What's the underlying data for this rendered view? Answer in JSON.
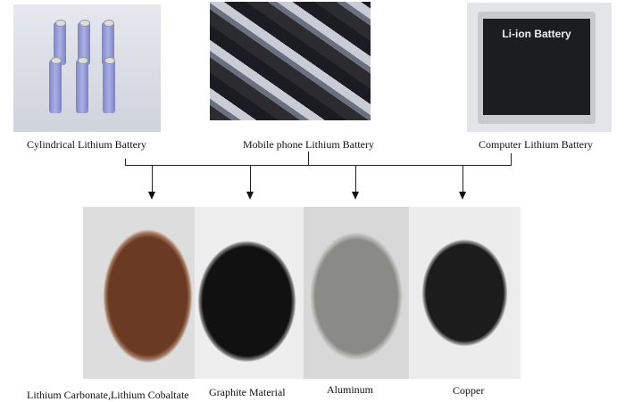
{
  "sources": [
    {
      "label": "Cylindrical Lithium Battery"
    },
    {
      "label": "Mobile phone Lithium Battery"
    },
    {
      "label": "Computer Lithium Battery",
      "battery_text": "Li-ion Battery"
    }
  ],
  "materials": [
    {
      "label": "Lithium Carbonate,Lithium Cobaltate",
      "color": "#6b3a22"
    },
    {
      "label": "Graphite Material",
      "color": "#111111"
    },
    {
      "label": "Aluminum",
      "color": "#8a8a86"
    },
    {
      "label": "Copper",
      "color": "#1c1c1c"
    }
  ]
}
